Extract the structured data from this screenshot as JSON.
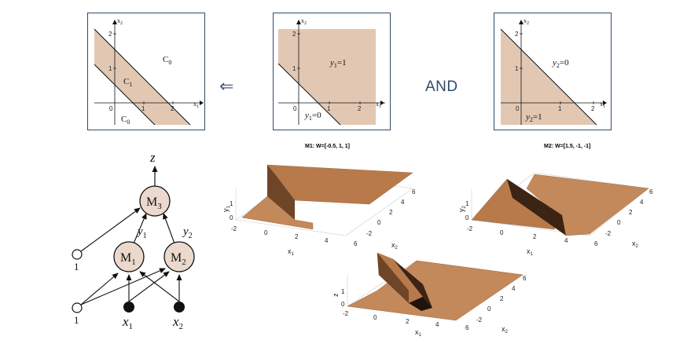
{
  "panels": {
    "p1": {
      "axis_x": "x",
      "axis_x_sub": "1",
      "axis_y": "x",
      "axis_y_sub": "2",
      "tick_1": "1",
      "tick_2": "2",
      "tick_0": "0",
      "tick_y1": "1",
      "tick_y2": "2",
      "region_c0_top": "C",
      "region_c0_top_sub": "0",
      "region_c1": "C",
      "region_c1_sub": "1",
      "region_c0_bottom": "C",
      "region_c0_bottom_sub": "0"
    },
    "p2": {
      "axis_x": "x",
      "axis_x_sub": "1",
      "axis_y": "x",
      "axis_y_sub": "2",
      "tick_1": "1",
      "tick_2": "2",
      "tick_0": "0",
      "tick_y1": "1",
      "tick_y2": "2",
      "label_top": "y",
      "label_top_sub": "1",
      "label_top_val": "=1",
      "label_bottom": "y",
      "label_bottom_sub": "1",
      "label_bottom_val": "=0"
    },
    "p3": {
      "axis_x": "x",
      "axis_x_sub": "1",
      "axis_y": "x",
      "axis_y_sub": "2",
      "tick_1": "1",
      "tick_2": "2",
      "tick_0": "0",
      "tick_y1": "1",
      "tick_y2": "2",
      "label_top": "y",
      "label_top_sub": "2",
      "label_top_val": "=0",
      "label_bottom": "y",
      "label_bottom_sub": "2",
      "label_bottom_val": "=1"
    }
  },
  "connectors": {
    "implies": "⇐",
    "and": "AND"
  },
  "network": {
    "output": "z",
    "m3": "M",
    "m3_sub": "3",
    "m1": "M",
    "m1_sub": "1",
    "m2": "M",
    "m2_sub": "2",
    "y1": "y",
    "y1_sub": "1",
    "y2": "y",
    "y2_sub": "2",
    "bias_top": "1",
    "bias_bottom": "1",
    "x1": "x",
    "x1_sub": "1",
    "x2": "x",
    "x2_sub": "2"
  },
  "surfaces": {
    "m1": {
      "title": "M1: W=[-0.5, 1, 1]",
      "zlabel": "y",
      "zlabel_sub": "1",
      "xlabel": "x",
      "xlabel_sub": "1",
      "ylabel": "x",
      "ylabel_sub": "2",
      "xticks": [
        "-2",
        "0",
        "2",
        "4",
        "6"
      ],
      "yticks": [
        "-2",
        "0",
        "2",
        "4",
        "6"
      ],
      "zticks": [
        "0",
        "1"
      ]
    },
    "m2": {
      "title": "M2: W=[1.5, -1, -1]",
      "zlabel": "y",
      "zlabel_sub": "2",
      "xlabel": "x",
      "xlabel_sub": "1",
      "ylabel": "x",
      "ylabel_sub": "2",
      "xticks": [
        "-2",
        "0",
        "2",
        "4",
        "6"
      ],
      "yticks": [
        "-2",
        "0",
        "2",
        "4",
        "6"
      ],
      "zticks": [
        "0",
        "1"
      ]
    },
    "m3": {
      "zlabel": "z",
      "xlabel": "x",
      "xlabel_sub": "1",
      "ylabel": "x",
      "ylabel_sub": "2",
      "xticks": [
        "-2",
        "0",
        "2",
        "4",
        "6"
      ],
      "yticks": [
        "-2",
        "0",
        "2",
        "4",
        "6"
      ],
      "zticks": [
        "0",
        "1"
      ]
    }
  },
  "colors": {
    "region_fill": "#e2c8b3",
    "surface_top": "#b87a4b",
    "surface_low": "#c4895a",
    "surface_wall": "#6e4527",
    "node_fill": "#ead9cc",
    "frame": "#2f4a6d"
  }
}
